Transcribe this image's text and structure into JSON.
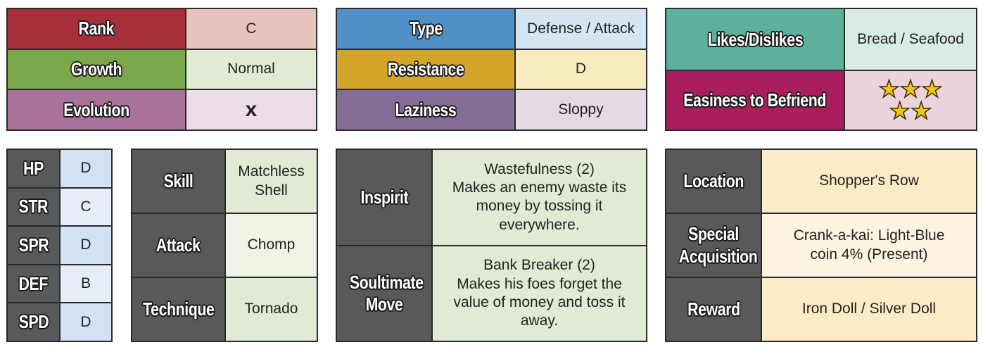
{
  "box1": {
    "rank_label": "Rank",
    "rank_value": "C",
    "growth_label": "Growth",
    "growth_value": "Normal",
    "evolution_label": "Evolution",
    "evolution_value": "x"
  },
  "box2": {
    "type_label": "Type",
    "type_value": "Defense / Attack",
    "resistance_label": "Resistance",
    "resistance_value": "D",
    "laziness_label": "Laziness",
    "laziness_value": "Sloppy"
  },
  "box3": {
    "likes_label": "Likes/Dislikes",
    "likes_value": "Bread / Seafood",
    "befriend_label": "Easiness to Befriend",
    "befriend_rating": 5
  },
  "stats": [
    {
      "label": "HP",
      "value": "D"
    },
    {
      "label": "STR",
      "value": "C"
    },
    {
      "label": "SPR",
      "value": "D"
    },
    {
      "label": "DEF",
      "value": "B"
    },
    {
      "label": "SPD",
      "value": "D"
    }
  ],
  "moves": {
    "skill_label": "Skill",
    "skill_value": "Matchless Shell",
    "attack_label": "Attack",
    "attack_value": "Chomp",
    "technique_label": "Technique",
    "technique_value": "Tornado"
  },
  "abilities": {
    "inspirit_label": "Inspirit",
    "inspirit_name": "Wastefulness (2)",
    "inspirit_desc": "Makes an enemy waste its money by tossing it everywhere.",
    "soultimate_label": "Soultimate Move",
    "soultimate_name": "Bank Breaker (2)",
    "soultimate_desc": "Makes his foes forget the value of money and toss it away."
  },
  "acquire": {
    "location_label": "Location",
    "location_value": "Shopper's Row",
    "special_label": "Special Acquisition",
    "special_value": "Crank-a-kai: Light-Blue coin 4% (Present)",
    "reward_label": "Reward",
    "reward_value": "Iron Doll / Silver Doll"
  },
  "colors": {
    "rank": "#a8303a",
    "rank_val": "#e6c4bb",
    "growth": "#7aa84a",
    "growth_val": "#e1ead4",
    "evolution": "#a9729a",
    "evolution_val": "#ecdde8",
    "type": "#4f90c9",
    "type_val": "#d6e5f3",
    "resistance": "#d3a52b",
    "resistance_val": "#f8ecbf",
    "laziness": "#856c95",
    "laziness_val": "#e4dae3",
    "likes": "#5db19c",
    "likes_val": "#d8ebe5",
    "befriend": "#a91f5d",
    "befriend_val": "#ead3dd",
    "stat_val": "#d2e1f3",
    "move_val": "#e1ead4",
    "ability_val": "#e1ead4",
    "acquire_val": "#fbecc7",
    "header_dark": "#58595b"
  }
}
